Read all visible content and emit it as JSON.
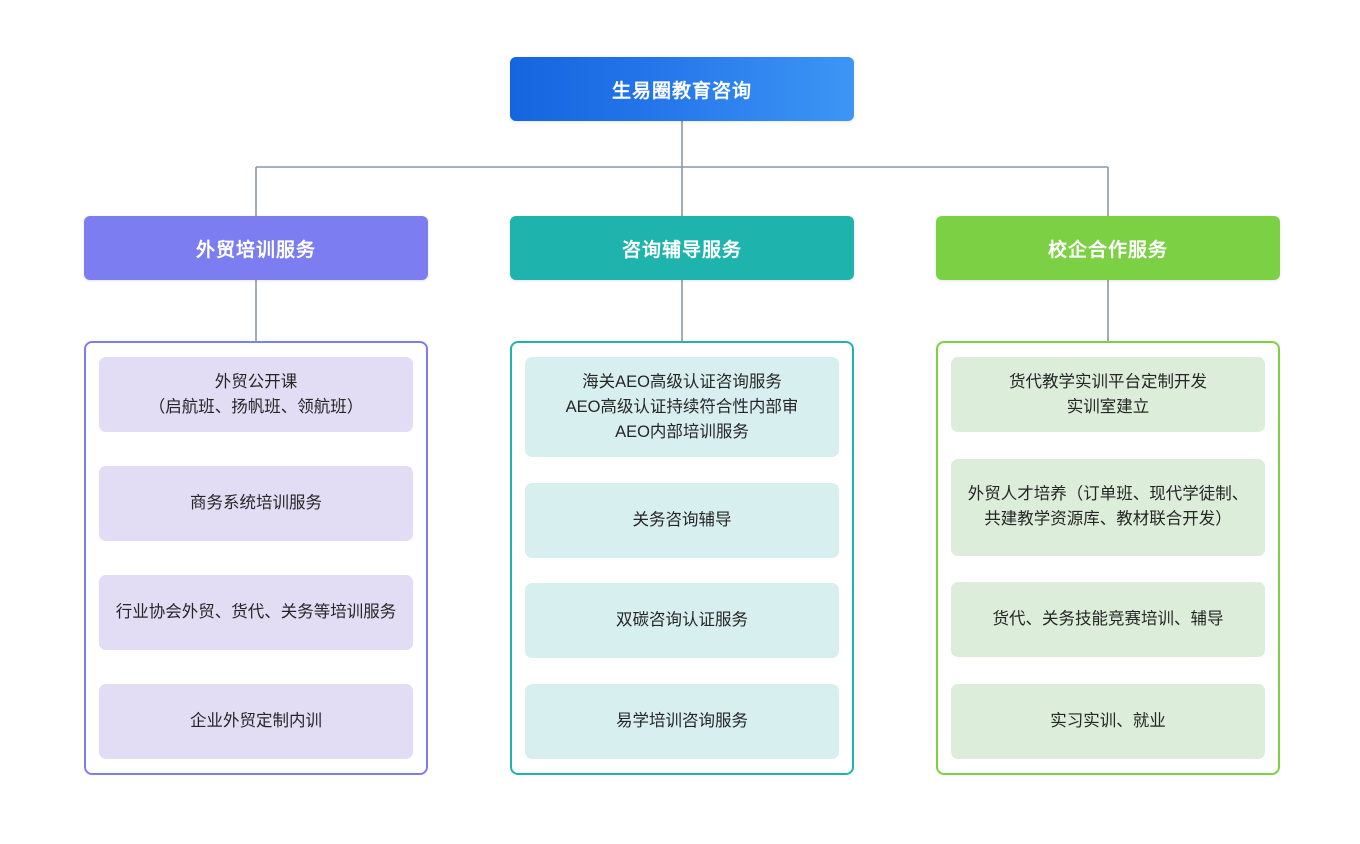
{
  "diagram": {
    "title": "生易圈教育咨询",
    "colors": {
      "root_gradient_start": "#1565e0",
      "root_gradient_end": "#3d96f5",
      "branch_purple": "#7b7df0",
      "branch_teal": "#1fb3ae",
      "branch_green": "#7cd044",
      "item_purple": "#e2ddf5",
      "item_teal": "#d8eff0",
      "item_green": "#dcedda",
      "connector": "#8b96a8"
    },
    "branches": [
      {
        "id": "branch-training",
        "label": "外贸培训服务",
        "items": [
          "外贸公开课\n（启航班、扬帆班、领航班）",
          "商务系统培训服务",
          "行业协会外贸、货代、关务等培训服务",
          "企业外贸定制内训"
        ]
      },
      {
        "id": "branch-consulting",
        "label": "咨询辅导服务",
        "items": [
          "海关AEO高级认证咨询服务\nAEO高级认证持续符合性内部审\nAEO内部培训服务",
          "关务咨询辅导",
          "双碳咨询认证服务",
          "易学培训咨询服务"
        ]
      },
      {
        "id": "branch-school-enterprise",
        "label": "校企合作服务",
        "items": [
          "货代教学实训平台定制开发\n实训室建立",
          "外贸人才培养（订单班、现代学徒制、共建教学资源库、教材联合开发）",
          "货代、关务技能竞赛培训、辅导",
          "实习实训、就业"
        ]
      }
    ]
  }
}
